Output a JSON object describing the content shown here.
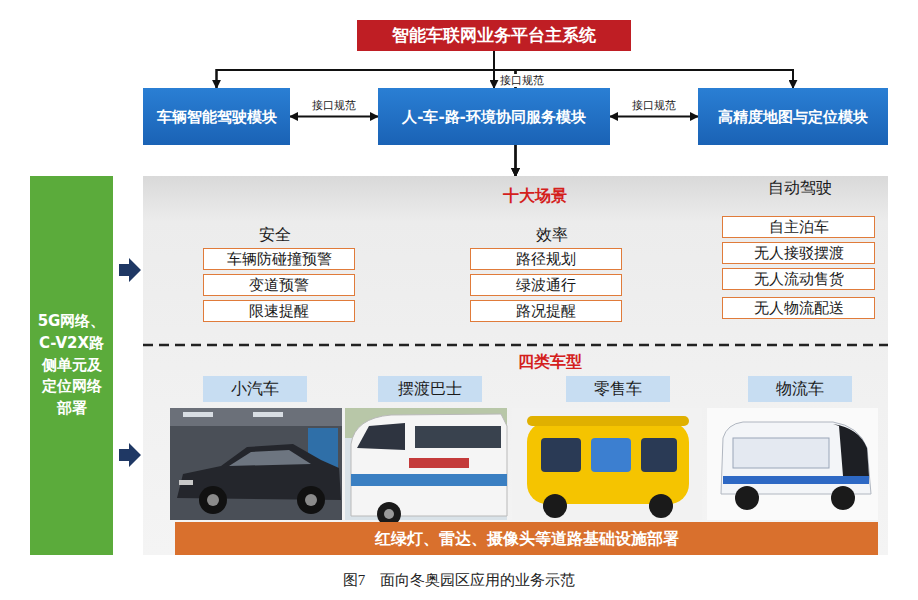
{
  "diagram": {
    "caption": "图7　面向冬奥园区应用的业务示范",
    "nodes": [
      {
        "text": [
          "智能车联网业务平台主系统"
        ]
      },
      {
        "text": [
          "车辆智能驾驶模块"
        ]
      },
      {
        "text": [
          "人-车-路-环境协同服务模块"
        ]
      },
      {
        "text": [
          "高精度地图与定位模块"
        ]
      },
      {
        "text": [
          "5G网络、C-V2X路侧单元及定位网络部署"
        ]
      },
      {
        "text": [
          "十大场景",
          "四类车型"
        ]
      },
      {
        "text": [
          "车辆防碰撞预警"
        ],
        "in": 5
      },
      {
        "text": [
          "变道预警"
        ],
        "in": 5
      },
      {
        "text": [
          "限速提醒"
        ],
        "in": 5
      },
      {
        "text": [
          "路径规划"
        ],
        "in": 5
      },
      {
        "text": [
          "绿波通行"
        ],
        "in": 5
      },
      {
        "text": [
          "路况提醒"
        ],
        "in": 5
      },
      {
        "text": [
          "自主泊车"
        ],
        "in": 5
      },
      {
        "text": [
          "无人接驳摆渡"
        ],
        "in": 5
      },
      {
        "text": [
          "无人流动售货"
        ],
        "in": 5
      },
      {
        "text": [
          "无人物流配送"
        ],
        "in": 5
      },
      {
        "text": [
          "小汽车"
        ],
        "in": 5
      },
      {
        "text": [
          "摆渡巴士"
        ],
        "in": 5
      },
      {
        "text": [
          "零售车"
        ],
        "in": 5
      },
      {
        "text": [
          "物流车"
        ],
        "in": 5
      },
      {
        "text": [
          "红绿灯、雷达、摄像头等道路基础设施部署"
        ],
        "in": 5
      }
    ],
    "edges": [
      {
        "from": 0,
        "to": 1,
        "arrow": "to"
      },
      {
        "from": 0,
        "to": 2,
        "arrow": "to",
        "label": "接口规范"
      },
      {
        "from": 0,
        "to": 3,
        "arrow": "to"
      },
      {
        "from": 1,
        "to": 2,
        "arrow": "both",
        "label": "接口规范"
      },
      {
        "from": 2,
        "to": 3,
        "arrow": "both",
        "label": "接口规范"
      },
      {
        "from": 1,
        "to": 5,
        "arrow": "to"
      },
      {
        "from": 2,
        "to": 5,
        "arrow": "to"
      },
      {
        "from": 3,
        "to": 5,
        "arrow": "to"
      },
      {
        "from": 4,
        "to": 5,
        "arrow": "to"
      },
      {
        "from": 4,
        "to": 5,
        "arrow": "to"
      }
    ],
    "labels": [
      "安全",
      "效率",
      "自动驾驶"
    ]
  }
}
